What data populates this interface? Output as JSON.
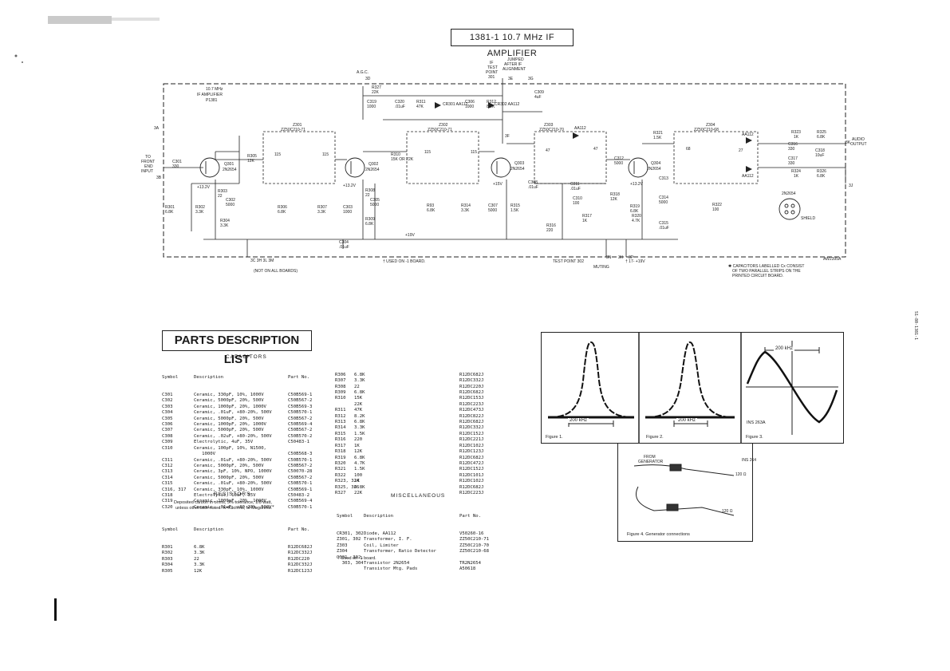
{
  "title": "1381-1 10.7 MHz IF AMPLIFIER",
  "schematic": {
    "block_title": [
      "10.7 MHz",
      "IF AMPLIFIER",
      "P1381"
    ],
    "agc": "A.G.C.",
    "agc_pin": "3D",
    "jumper_note": [
      "JUMPED",
      "AFTER IF",
      "ALIGNMENT"
    ],
    "if_test_point": [
      "IF",
      "TEST",
      "POINT",
      "301"
    ],
    "pin_3e": "3E",
    "pin_3g": "3G",
    "pin_3a": "3A",
    "pin_3b": "3B",
    "pin_3j": "3J",
    "pin_3k": "3K",
    "pin_3n": "3N",
    "pin_3f": "3F",
    "input_label": [
      "TO",
      "FRONT",
      "END",
      "INPUT"
    ],
    "audio_output": [
      "AUDIO",
      "OUTPUT"
    ],
    "transistors": [
      {
        "ref": "Q301",
        "type": "2N2654"
      },
      {
        "ref": "Q302",
        "type": "2N2654"
      },
      {
        "ref": "Q303",
        "type": "2N2654"
      },
      {
        "ref": "Q304",
        "type": "2N2654"
      }
    ],
    "coils": [
      {
        "ref": "Z301",
        "part": "ZZ50C210-71"
      },
      {
        "ref": "Z302",
        "part": "ZZ50C210-71"
      },
      {
        "ref": "Z303",
        "part": "ZZ50C210-70"
      },
      {
        "ref": "Z304",
        "part": "ZZ50C210-68"
      }
    ],
    "diode_labels": [
      "CR301 AA112",
      "CR302 AA112",
      "AA112",
      "AA112",
      "AA112"
    ],
    "components": [
      {
        "ref": "R327",
        "val": "22K"
      },
      {
        "ref": "C319",
        "val": "1000"
      },
      {
        "ref": "C320",
        "val": ".01uF"
      },
      {
        "ref": "R311",
        "val": "47K"
      },
      {
        "ref": "C306",
        "val": "1000"
      },
      {
        "ref": "R312",
        "val": "8.2K"
      },
      {
        "ref": "C309",
        "val": "4uF"
      },
      {
        "ref": "C301",
        "val": "330"
      },
      {
        "ref": "R305",
        "val": "12K"
      },
      {
        "ref": "R303",
        "val": "22"
      },
      {
        "ref": "C302",
        "val": "5000"
      },
      {
        "ref": "R301",
        "val": "6.8K"
      },
      {
        "ref": "R302",
        "val": "3.3K"
      },
      {
        "ref": "R304",
        "val": "3.3K"
      },
      {
        "ref": "R310",
        "val": "15K OR 22K"
      },
      {
        "ref": "R308",
        "val": "22"
      },
      {
        "ref": "C305",
        "val": "5000"
      },
      {
        "ref": "R306",
        "val": "6.8K"
      },
      {
        "ref": "R307",
        "val": "3.3K"
      },
      {
        "ref": "C303",
        "val": "1000"
      },
      {
        "ref": "R309",
        "val": "6.8K"
      },
      {
        "ref": "C304",
        "val": ".01uF"
      },
      {
        "ref": "R93",
        "val": "6.8K"
      },
      {
        "ref": "R314",
        "val": "3.3K"
      },
      {
        "ref": "C307",
        "val": "5000"
      },
      {
        "ref": "R315",
        "val": "1.5K"
      },
      {
        "ref": "C308",
        "val": ".01uF"
      },
      {
        "ref": "C311",
        "val": ".01uF"
      },
      {
        "ref": "C310",
        "val": "100"
      },
      {
        "ref": "R317",
        "val": "1K"
      },
      {
        "ref": "R316",
        "val": "220"
      },
      {
        "ref": "C312",
        "val": "5000"
      },
      {
        "ref": "R318",
        "val": "12K"
      },
      {
        "ref": "R319",
        "val": "6.8K"
      },
      {
        "ref": "R320",
        "val": "4.7K"
      },
      {
        "ref": "C313",
        "val": ""
      },
      {
        "ref": "C314",
        "val": "5000"
      },
      {
        "ref": "C315",
        "val": ".01uF"
      },
      {
        "ref": "R321",
        "val": "1.5K"
      },
      {
        "ref": "R322",
        "val": "100"
      },
      {
        "ref": "R323",
        "val": "1K"
      },
      {
        "ref": "R325",
        "val": "6.8K"
      },
      {
        "ref": "C316",
        "val": "330"
      },
      {
        "ref": "C318",
        "val": "10uF"
      },
      {
        "ref": "C317",
        "val": "330"
      },
      {
        "ref": "R324",
        "val": "1K"
      },
      {
        "ref": "R326",
        "val": "6.8K"
      }
    ],
    "coil_numbers": [
      "115",
      "115",
      "115",
      "115",
      "47",
      "47",
      "68",
      "27"
    ],
    "supply_labels": [
      "+13.2V",
      "+13.2V",
      "+13.2V",
      "+15V",
      "+19V"
    ],
    "bottom_pins": "3C 3H 3L 3M",
    "not_all_boards": "(NOT ON ALL BOARDS)",
    "used_note": "† USED ON -1 BOARD.",
    "test_point_302": "TEST POINT 302",
    "muting": "MUTING",
    "pin_bottom_19v": "† 17- +19V",
    "pin_3h": "3H",
    "pin_3p": "3P",
    "shield_part": "2N2654",
    "shield_label": "SHIELD",
    "drawing_no": "AW2395A",
    "capacitor_note": [
      "✱ CAPACITORS LABELLED Cx CONSIST",
      "OF TWO PARALLEL STRIPS ON THE",
      "PRINTED CIRCUIT BOARD."
    ]
  },
  "parts_list": {
    "header": "PARTS DESCRIPTION LIST",
    "capacitors_title": "CAPACITORS",
    "cap_columns": [
      "Symbol",
      "Description",
      "Part No."
    ],
    "capacitors": [
      [
        "C301",
        "Ceramic, 330pF, 10%, 1000V",
        "C50B569-1"
      ],
      [
        "C302",
        "Ceramic, 5000pF, 20%, 500V",
        "C50B567-2"
      ],
      [
        "C303",
        "Ceramic, 1000pF, 20%, 1000V",
        "C50B569-3"
      ],
      [
        "C304",
        "Ceramic, .01uF, +80-20%, 500V",
        "C50B570-1"
      ],
      [
        "C305",
        "Ceramic, 5000pF, 20%, 500V",
        "C50B567-2"
      ],
      [
        "C306",
        "Ceramic, 1000pF, 20%, 1000V",
        "C50B569-4"
      ],
      [
        "C307",
        "Ceramic, 5000pF, 20%, 500V",
        "C50B567-2"
      ],
      [
        "C308",
        "Ceramic, .02uF, +80-20%, 500V",
        "C50B570-2"
      ],
      [
        "C309",
        "Electrolytic, 4uF, 35V",
        "C50483-1"
      ],
      [
        "C310",
        "Ceramic, 100pF, 10%, N1500,",
        ""
      ],
      [
        "",
        "   1000V",
        "C50B568-3"
      ],
      [
        "C311",
        "Ceramic, .01uF, +80-20%, 500V",
        "C50B570-1"
      ],
      [
        "C312",
        "Ceramic, 5000pF, 20%, 500V",
        "C50B567-2"
      ],
      [
        "C313",
        "Ceramic, 3pF, 10%, NPO, 1000V",
        "C50070-28"
      ],
      [
        "C314",
        "Ceramic, 5000pF, 20%, 500V",
        "C50B567-2"
      ],
      [
        "C315",
        "Ceramic, .01uF, +80-20%, 500V",
        "C50B570-1"
      ],
      [
        "C316, 317",
        "Ceramic, 330pF, 10%, 1000V",
        "C50B569-1"
      ],
      [
        "C318",
        "Electrolytic, 10uF, 35V",
        "C50483-2"
      ],
      [
        "C319",
        "Ceramic, 1000pF, 20%, 1000V",
        "C50B569-4"
      ],
      [
        "C320",
        "Ceramic, .01uF, +80-20%, 500V*",
        "C50B570-1"
      ]
    ],
    "resistors_title": "RESISTORS",
    "resistor_note": [
      "Deposited carbon in ohms, 5% tolerance, 1/8 watt,",
      "unless otherwise noted. K=Kilohms, M-Megohms."
    ],
    "res_columns": [
      "Symbol",
      "Description",
      "Part No."
    ],
    "resistors_a": [
      [
        "R301",
        "6.8K",
        "R12DC682J"
      ],
      [
        "R302",
        "3.3K",
        "R12DC332J"
      ],
      [
        "R303",
        "22",
        "R12DC220"
      ],
      [
        "R304",
        "3.3K",
        "R12DC332J"
      ],
      [
        "R305",
        "12K",
        "R12DC123J"
      ]
    ],
    "resistors_b": [
      [
        "R306",
        "6.8K",
        "R12DC682J"
      ],
      [
        "R307",
        "3.3K",
        "R12DC332J"
      ],
      [
        "R308",
        "22",
        "R12DC220J"
      ],
      [
        "R309",
        "6.8K",
        "R12DC682J"
      ],
      [
        "R310",
        "15K",
        "R12DC153J"
      ],
      [
        "",
        "22K",
        "R12DC223J"
      ],
      [
        "R311",
        "47K",
        "R12DC473J"
      ],
      [
        "R312",
        "8.2K",
        "R12DC822J"
      ],
      [
        "R313",
        "6.8K",
        "R12DC682J"
      ],
      [
        "R314",
        "3.3K",
        "R12DC332J"
      ],
      [
        "R315",
        "1.5K",
        "R12DC152J"
      ],
      [
        "R316",
        "220",
        "R12DC221J"
      ],
      [
        "R317",
        "1K",
        "R12DC102J"
      ],
      [
        "R318",
        "12K",
        "R12DC123J"
      ],
      [
        "R319",
        "6.8K",
        "R12DC682J"
      ],
      [
        "R320",
        "4.7K",
        "R12DC472J"
      ],
      [
        "R321",
        "1.5K",
        "R12DC152J"
      ],
      [
        "R322",
        "100",
        "R12DC101J"
      ],
      [
        "R323, 324",
        "1K",
        "R12DC102J"
      ],
      [
        "R325, 326",
        "6.8K",
        "R12DC682J"
      ],
      [
        "R327",
        "22K",
        "R12DC223J"
      ]
    ],
    "misc_title": "MISCELLANEOUS",
    "misc_columns": [
      "Symbol",
      "Description",
      "Part No."
    ],
    "misc": [
      [
        "CR301, 302",
        "Diode, AA112",
        "V50260-16"
      ],
      [
        "Z301, 302",
        "Transformer, I. F.",
        "ZZ50C210-71"
      ],
      [
        "Z303",
        "Coil, Limiter",
        "ZZ50C210-70"
      ],
      [
        "Z304",
        "Transformer, Ratio Detector",
        "ZZ50C210-68"
      ],
      [
        "Q301, 302,",
        "",
        ""
      ],
      [
        "  303, 304",
        "Transistor 2N2654",
        "TR2N2654"
      ],
      [
        "",
        "Transistor Mtg. Pads",
        "A50618"
      ]
    ],
    "footnote": "* Used on -1 board."
  },
  "figures": {
    "fig1": {
      "caption": "Figure 1.",
      "label": "200 kHz"
    },
    "fig2": {
      "caption": "Figure 2.",
      "label": "200 kHz"
    },
    "fig3": {
      "caption": "Figure 3.",
      "label": "200 kHz",
      "ref": "INS 263A"
    },
    "fig4": {
      "caption": "Figure 4. Generator connections",
      "from_gen": [
        "FROM",
        "GENERATOR"
      ],
      "ins": "INS 264",
      "r1": "120 Ω",
      "r2": "120 Ω"
    }
  },
  "side_mark": "S1-80-1381-1"
}
